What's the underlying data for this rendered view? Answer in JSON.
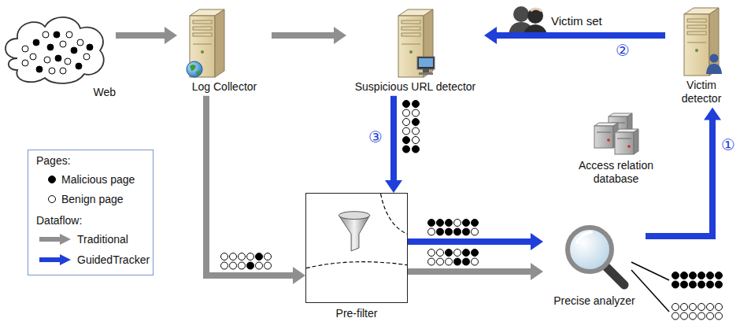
{
  "diagram": {
    "nodes": [
      {
        "text": [
          "Web"
        ]
      },
      {
        "text": [
          "Log Collector"
        ]
      },
      {
        "text": [
          "Suspicious URL detector"
        ]
      },
      {
        "text": [
          "Victim detector"
        ]
      },
      {
        "text": [
          "Access relation database"
        ]
      },
      {
        "text": [
          "Pre-filter"
        ]
      },
      {
        "text": [
          "Precise analyzer"
        ]
      }
    ],
    "edges": [
      {
        "from": 0,
        "to": 1,
        "arrow": "to"
      },
      {
        "from": 1,
        "to": 2,
        "arrow": "to"
      },
      {
        "from": 1,
        "to": 5,
        "arrow": "to"
      },
      {
        "from": 2,
        "to": 5,
        "arrow": "to"
      },
      {
        "from": 5,
        "to": 6,
        "arrow": "to"
      },
      {
        "from": 5,
        "to": 6,
        "arrow": "to"
      },
      {
        "from": 6,
        "to": 3,
        "arrow": "to"
      },
      {
        "from": 3,
        "to": 2,
        "arrow": "to"
      }
    ],
    "labels": [
      "Victim set",
      "②",
      "③",
      "①",
      "Pages:",
      "Dataflow:"
    ],
    "legend": [
      {
        "text": "Malicious page"
      },
      {
        "text": "Benign page"
      },
      {
        "text": "Traditional"
      },
      {
        "text": "GuidedTracker"
      }
    ]
  }
}
